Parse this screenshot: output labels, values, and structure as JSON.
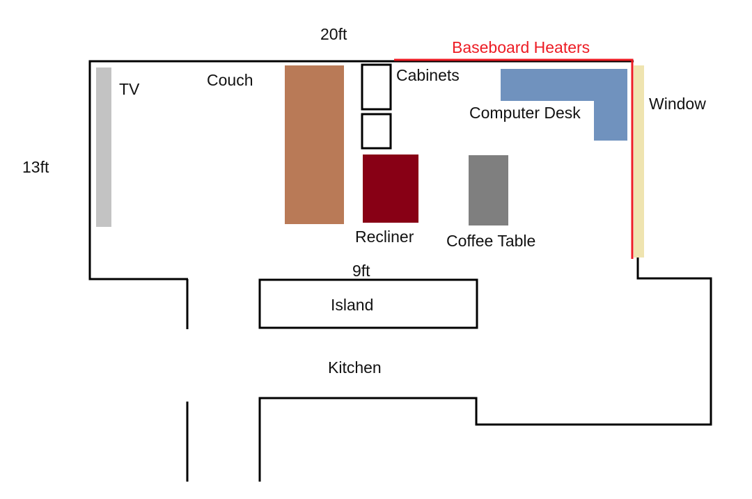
{
  "labels": {
    "width_top": "20ft",
    "height_left": "13ft",
    "width_island": "9ft",
    "tv": "TV",
    "couch": "Couch",
    "cabinets": "Cabinets",
    "computer_desk": "Computer Desk",
    "window": "Window",
    "recliner": "Recliner",
    "coffee_table": "Coffee Table",
    "island": "Island",
    "kitchen": "Kitchen",
    "heaters": "Baseboard Heaters"
  },
  "colors": {
    "tv": "#c3c3c3",
    "couch": "#b97a57",
    "recliner": "#880015",
    "coffee_table": "#7f7f7f",
    "computer_desk": "#7092be",
    "window": "#efe4b0",
    "heaters": "#ed1c24"
  }
}
